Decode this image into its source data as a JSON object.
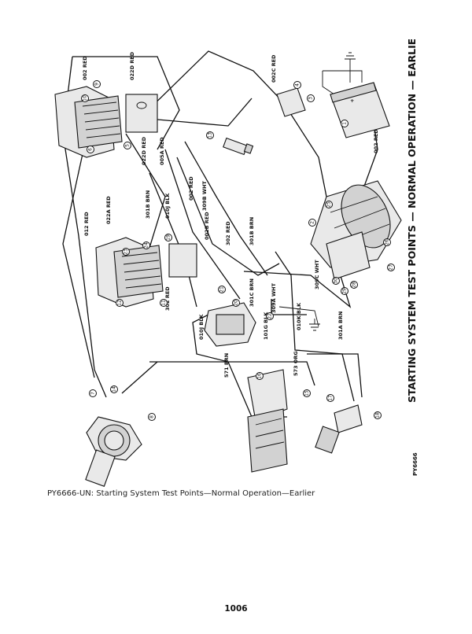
{
  "figure": {
    "title": "STARTING SYSTEM TEST POINTS — NORMAL OPERATION — EARLIER",
    "code": "PY6666",
    "wire_labels": [
      "002 RED",
      "022D RED",
      "002C RED",
      "022D RED",
      "005A RED",
      "002 RED",
      "022A RED",
      "012 RED",
      "301B BRN",
      "010J BLK",
      "309B WHT",
      "002B RED",
      "302 RED",
      "301B BRN",
      "302 RED",
      "301C BRN",
      "309A WHT",
      "309C WHT",
      "010J BLK",
      "101G BLK",
      "010K BLK",
      "301A BRN",
      "571 BRN",
      "573 ORG",
      "002 RED"
    ],
    "test_points": [
      "1",
      "2",
      "3",
      "4",
      "5",
      "6",
      "7",
      "8",
      "9",
      "10",
      "11",
      "12",
      "13",
      "14",
      "15",
      "16",
      "17",
      "18",
      "19",
      "20",
      "21",
      "22",
      "23",
      "24",
      "25",
      "26",
      "27",
      "28",
      "29",
      "30"
    ]
  },
  "caption": "PY6666-UN: Starting System Test Points—Normal Operation—Earlier",
  "page_number": "1006"
}
